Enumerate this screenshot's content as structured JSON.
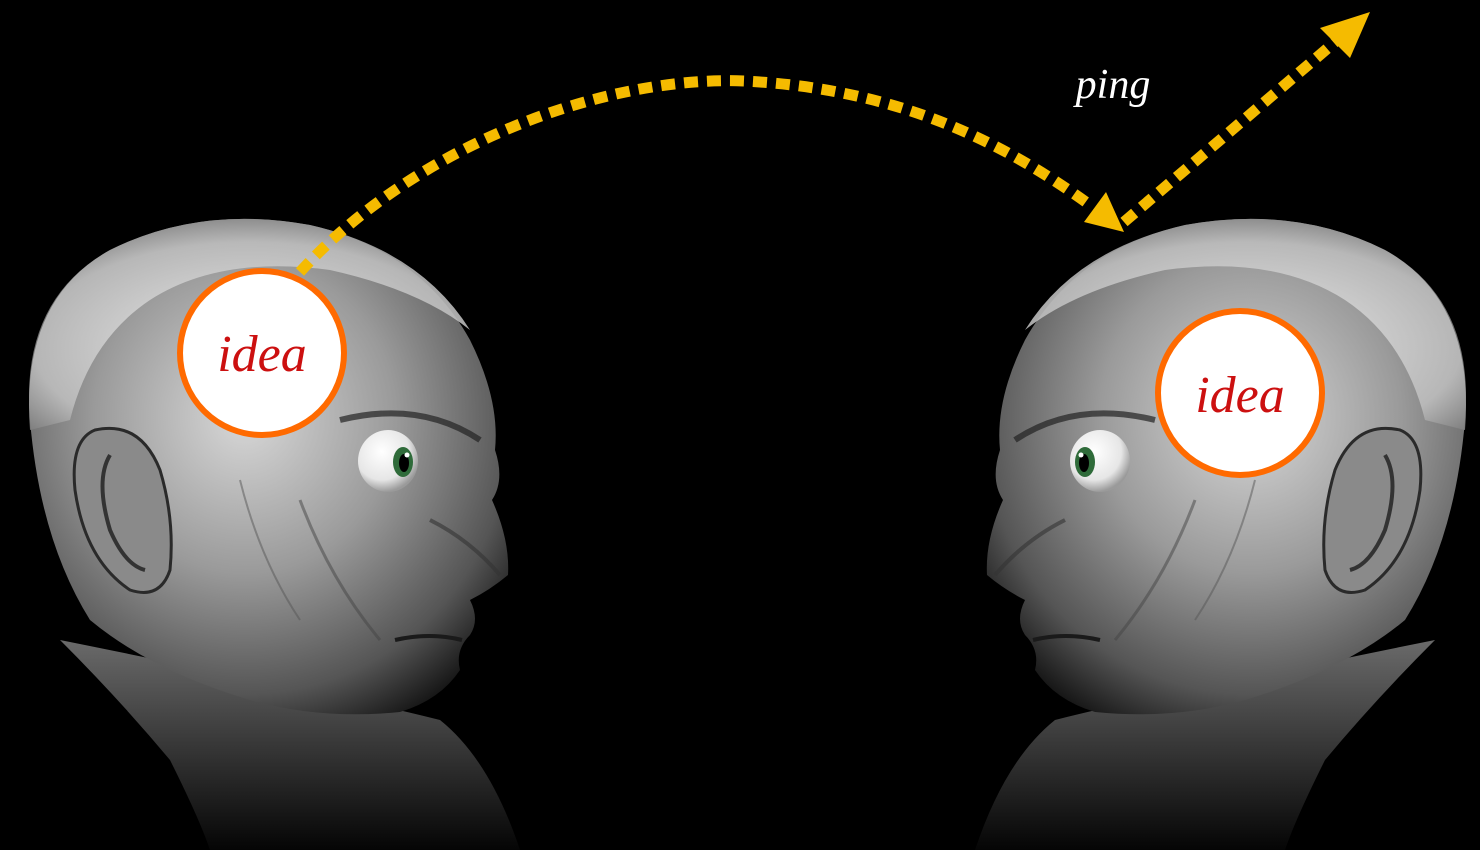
{
  "labels": {
    "left_idea": "idea",
    "right_idea": "idea",
    "ping": "ping"
  },
  "colors": {
    "background": "#000000",
    "arrow": "#f5bb00",
    "bubble_border": "#ff6a00",
    "bubble_fill": "#ffffff",
    "idea_text": "#cc1010",
    "ping_text": "#ffffff",
    "iris": "#2f6b3a"
  },
  "icons": {
    "left_figure": "face-profile-looking-right-icon",
    "right_figure": "face-profile-looking-left-icon",
    "eye": "googly-eye-icon"
  }
}
